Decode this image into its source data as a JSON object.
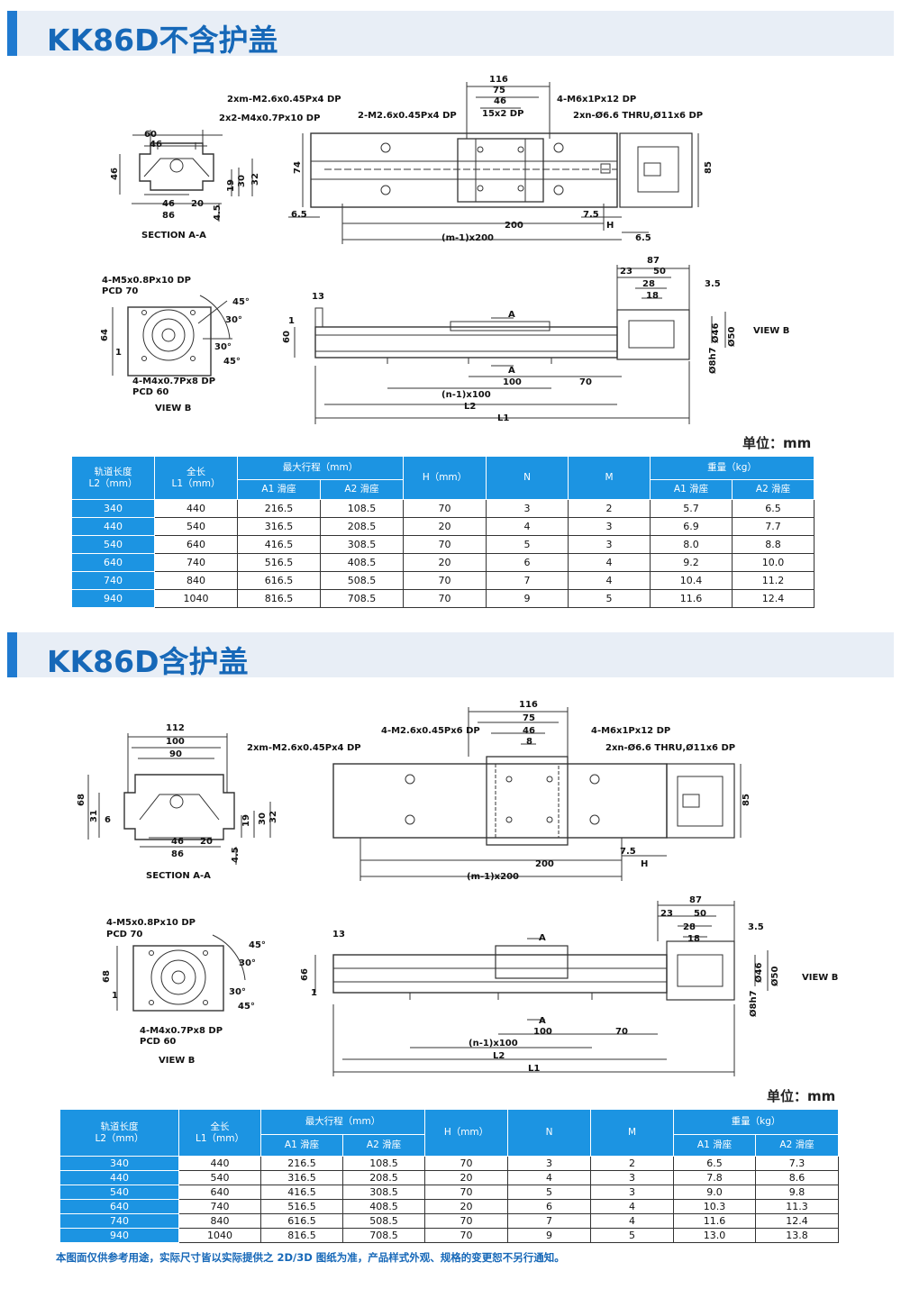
{
  "sections": [
    {
      "title": "KK86D不含护盖",
      "unit": "单位：mm",
      "drawing": {
        "section_view": {
          "caption": "SECTION A-A",
          "dims": [
            "60",
            "46",
            "46",
            "30",
            "19",
            "32",
            "46",
            "20",
            "86",
            "4.5"
          ]
        },
        "top_view": {
          "callouts": [
            "2xm-M2.6x0.45Px4 DP",
            "2x2-M4x0.7Px10 DP",
            "2-M2.6x0.45Px4 DP",
            "4-M6x1Px12 DP",
            "2xn-Ø6.6 THRU,Ø11x6 DP"
          ],
          "dims": [
            "116",
            "75",
            "46",
            "15x2 DP",
            "74",
            "85",
            "6.5",
            "7.5",
            "200",
            "H",
            "(m-1)x200",
            "6.5"
          ]
        },
        "view_b": {
          "caption": "VIEW B",
          "callouts": [
            "4-M5x0.8Px10 DP",
            "PCD 70",
            "4-M4x0.7Px8 DP",
            "PCD 60"
          ],
          "dims": [
            "64",
            "1",
            "45°",
            "30°",
            "30°",
            "45°"
          ]
        },
        "side_view": {
          "dims": [
            "13",
            "60",
            "1",
            "87",
            "23",
            "50",
            "3.5",
            "28",
            "18",
            "Ø46",
            "Ø50",
            "Ø8h7",
            "A",
            "A",
            "100",
            "70",
            "(n-1)x100",
            "L2",
            "L1",
            "VIEW B"
          ]
        }
      },
      "table": {
        "headers": {
          "l2": [
            "轨道长度",
            "L2（mm）"
          ],
          "l1": [
            "全长",
            "L1（mm）"
          ],
          "stroke": "最大行程（mm）",
          "stroke_a1": "A1 滑座",
          "stroke_a2": "A2 滑座",
          "h": "H（mm）",
          "n": "N",
          "m": "M",
          "weight": "重量（kg）",
          "weight_a1": "A1 滑座",
          "weight_a2": "A2 滑座"
        },
        "rows": [
          [
            "340",
            "440",
            "216.5",
            "108.5",
            "70",
            "3",
            "2",
            "5.7",
            "6.5"
          ],
          [
            "440",
            "540",
            "316.5",
            "208.5",
            "20",
            "4",
            "3",
            "6.9",
            "7.7"
          ],
          [
            "540",
            "640",
            "416.5",
            "308.5",
            "70",
            "5",
            "3",
            "8.0",
            "8.8"
          ],
          [
            "640",
            "740",
            "516.5",
            "408.5",
            "20",
            "6",
            "4",
            "9.2",
            "10.0"
          ],
          [
            "740",
            "840",
            "616.5",
            "508.5",
            "70",
            "7",
            "4",
            "10.4",
            "11.2"
          ],
          [
            "940",
            "1040",
            "816.5",
            "708.5",
            "70",
            "9",
            "5",
            "11.6",
            "12.4"
          ]
        ]
      }
    },
    {
      "title": "KK86D含护盖",
      "unit": "单位：mm",
      "drawing": {
        "section_view": {
          "caption": "SECTION A-A",
          "dims": [
            "112",
            "100",
            "90",
            "68",
            "31",
            "6",
            "19",
            "30",
            "32",
            "46",
            "20",
            "86",
            "4.5"
          ]
        },
        "top_view": {
          "callouts": [
            "4-M2.6x0.45Px6 DP",
            "2xm-M2.6x0.45Px4 DP",
            "4-M6x1Px12 DP",
            "2xn-Ø6.6 THRU,Ø11x6 DP"
          ],
          "dims": [
            "116",
            "75",
            "46",
            "8",
            "85",
            "7.5",
            "200",
            "H",
            "(m-1)x200"
          ]
        },
        "view_b": {
          "caption": "VIEW B",
          "callouts": [
            "4-M5x0.8Px10 DP",
            "PCD 70",
            "4-M4x0.7Px8 DP",
            "PCD 60"
          ],
          "dims": [
            "68",
            "1",
            "45°",
            "30°",
            "30°",
            "45°"
          ]
        },
        "side_view": {
          "dims": [
            "13",
            "66",
            "1",
            "87",
            "23",
            "50",
            "3.5",
            "28",
            "18",
            "Ø46",
            "Ø50",
            "Ø8h7",
            "A",
            "A",
            "100",
            "70",
            "(n-1)x100",
            "L2",
            "L1",
            "VIEW B"
          ]
        }
      },
      "table": {
        "headers": {
          "l2": [
            "轨道长度",
            "L2（mm）"
          ],
          "l1": [
            "全长",
            "L1（mm）"
          ],
          "stroke": "最大行程（mm）",
          "stroke_a1": "A1 滑座",
          "stroke_a2": "A2 滑座",
          "h": "H（mm）",
          "n": "N",
          "m": "M",
          "weight": "重量（kg）",
          "weight_a1": "A1 滑座",
          "weight_a2": "A2 滑座"
        },
        "rows": [
          [
            "340",
            "440",
            "216.5",
            "108.5",
            "70",
            "3",
            "2",
            "6.5",
            "7.3"
          ],
          [
            "440",
            "540",
            "316.5",
            "208.5",
            "20",
            "4",
            "3",
            "7.8",
            "8.6"
          ],
          [
            "540",
            "640",
            "416.5",
            "308.5",
            "70",
            "5",
            "3",
            "9.0",
            "9.8"
          ],
          [
            "640",
            "740",
            "516.5",
            "408.5",
            "20",
            "6",
            "4",
            "10.3",
            "11.3"
          ],
          [
            "740",
            "840",
            "616.5",
            "508.5",
            "70",
            "7",
            "4",
            "11.6",
            "12.4"
          ],
          [
            "940",
            "1040",
            "816.5",
            "708.5",
            "70",
            "9",
            "5",
            "13.0",
            "13.8"
          ]
        ]
      }
    }
  ],
  "footnote": "本图面仅供参考用途，实际尺寸皆以实际提供之 2D/3D 图纸为准，产品样式外观、规格的变更恕不另行通知。",
  "colors": {
    "accent": "#1f7ad0",
    "header_bg": "#e8eef6",
    "table_head": "#1c94e2",
    "title_text": "#1668b8"
  }
}
